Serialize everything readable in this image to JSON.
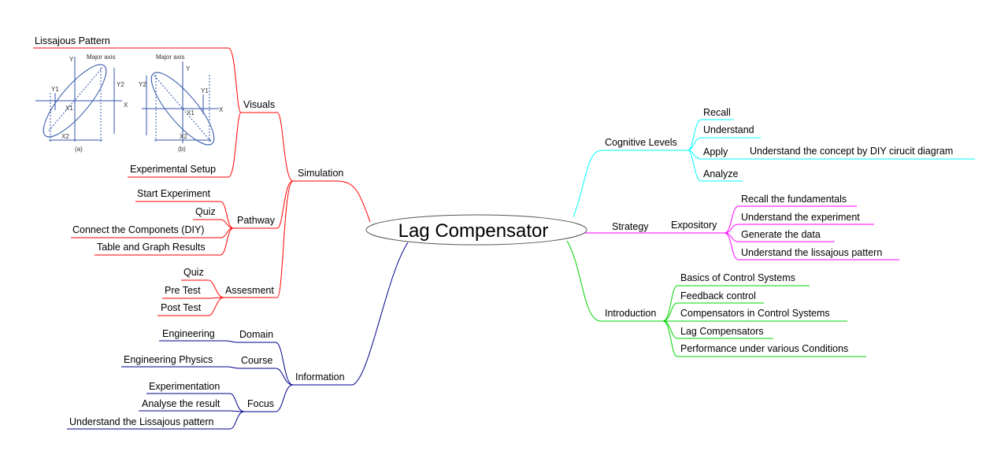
{
  "central": {
    "label": "Lag Compensator"
  },
  "colors": {
    "simulation": "#ff0000",
    "information": "#00008b",
    "cognitive": "#00ffff",
    "strategy": "#ff00ff",
    "introduction": "#00d400",
    "figure": "#3355aa"
  },
  "simulation": {
    "label": "Simulation",
    "visuals": {
      "label": "Visuals",
      "items": [
        "Lissajous Pattern",
        "Experimental Setup"
      ]
    },
    "pathway": {
      "label": "Pathway",
      "items": [
        "Start Experiment",
        "Quiz",
        "Connect the Componets (DIY)",
        "Table and Graph Results"
      ]
    },
    "assessment": {
      "label": "Assesment",
      "items": [
        "Quiz",
        "Pre Test",
        "Post Test"
      ]
    }
  },
  "information": {
    "label": "Information",
    "domain": {
      "label": "Domain",
      "items": [
        "Engineering"
      ]
    },
    "course": {
      "label": "Course",
      "items": [
        "Engineering Physics"
      ]
    },
    "focus": {
      "label": "Focus",
      "items": [
        "Experimentation",
        "Analyse the result",
        "Understand the Lissajous pattern"
      ]
    }
  },
  "cognitive": {
    "label": "Cognitive Levels",
    "items": [
      "Recall",
      "Understand",
      "Apply",
      "Analyze"
    ],
    "apply_child": "Understand the concept by DIY cirucit diagram"
  },
  "strategy": {
    "label": "Strategy",
    "expository": {
      "label": "Expository",
      "items": [
        "Recall the fundamentals",
        "Understand the experiment",
        "Generate the data",
        "Understand the lissajous pattern"
      ]
    }
  },
  "introduction": {
    "label": "Introduction",
    "items": [
      "Basics of Control Systems",
      "Feedback control",
      "Compensators in Control Systems",
      "Lag Compensators",
      "Performance under various Conditions"
    ]
  },
  "figure": {
    "left": {
      "major_axis": "Major axis",
      "y_axis": "Y",
      "x_axis": "X",
      "y1": "Y1",
      "y2": "Y2",
      "x1": "X1",
      "x2": "X2",
      "caption": "(a)"
    },
    "right": {
      "major_axis": "Major axis",
      "y_axis": "Y",
      "x_axis": "X",
      "y1": "Y1",
      "y2": "Y2",
      "x1": "X1",
      "x2": "X2",
      "caption": "(b)"
    }
  }
}
